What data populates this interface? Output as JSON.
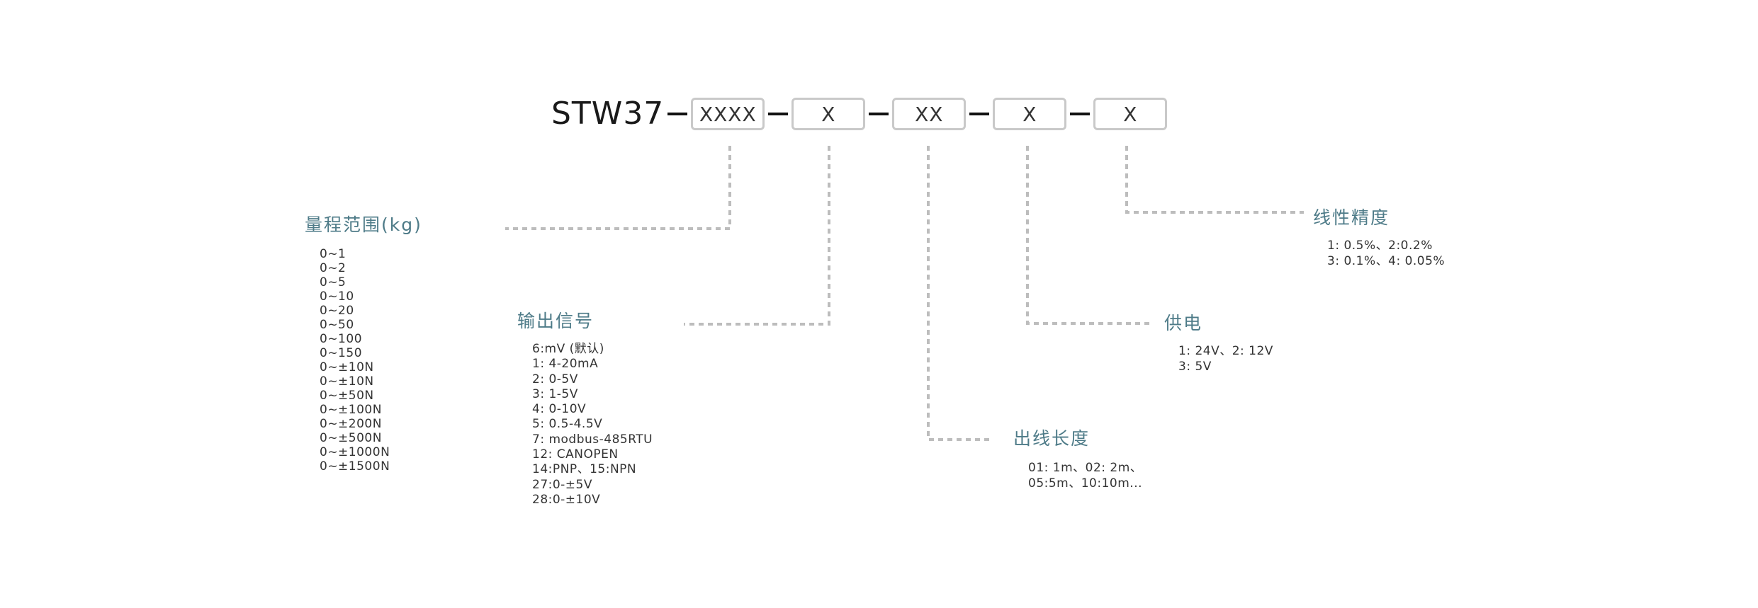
{
  "model": {
    "prefix": "STW37",
    "fields": [
      "XXXX",
      "X",
      "XX",
      "X",
      "X"
    ]
  },
  "groups": {
    "range": {
      "title": "量程范围(kg)",
      "items": [
        "0~1",
        "0~2",
        "0~5",
        "0~10",
        "0~20",
        "0~50",
        "0~100",
        "0~150",
        "0~±10N",
        "0~±10N",
        "0~±50N",
        "0~±100N",
        "0~±200N",
        "0~±500N",
        "0~±1000N",
        "0~±1500N"
      ]
    },
    "output": {
      "title": "输出信号",
      "items": [
        "6:mV (默认)",
        "1: 4-20mA",
        "2: 0-5V",
        "3: 1-5V",
        "4: 0-10V",
        "5: 0.5-4.5V",
        "7: modbus-485RTU",
        "12: CANOPEN",
        "14:PNP、15:NPN",
        "27:0-±5V",
        "28:0-±10V"
      ]
    },
    "length": {
      "title": "出线长度",
      "items": [
        "01: 1m、02: 2m、",
        "05:5m、10:10m..."
      ]
    },
    "power": {
      "title": "供电",
      "items": [
        "1: 24V、2: 12V",
        "3: 5V"
      ]
    },
    "accuracy": {
      "title": "线性精度",
      "items": [
        "1: 0.5%、2:0.2%",
        "3: 0.1%、4: 0.05%"
      ]
    }
  }
}
